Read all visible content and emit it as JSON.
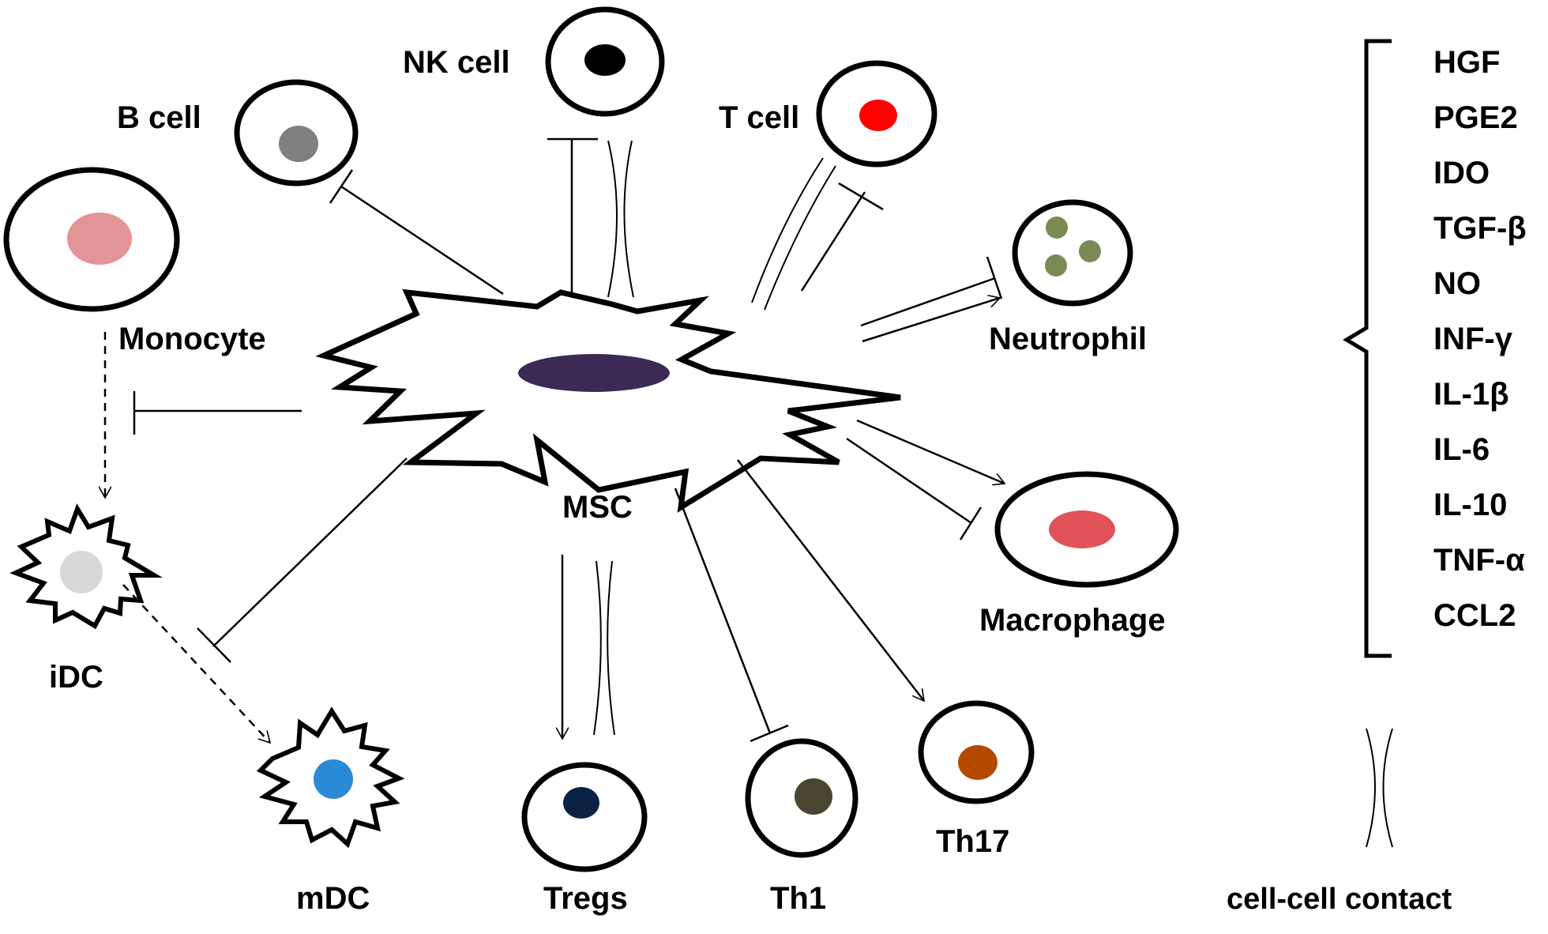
{
  "center": {
    "label": "MSC"
  },
  "cells": {
    "nk": {
      "label": "NK cell",
      "nucleus_color": "#000000"
    },
    "bcell": {
      "label": "B cell",
      "nucleus_color": "#808080"
    },
    "tcell": {
      "label": "T cell",
      "nucleus_color": "#ff0000"
    },
    "monocyte": {
      "label": "Monocyte",
      "nucleus_color": "#e39497"
    },
    "neutrophil": {
      "label": "Neutrophil",
      "nucleus_color": "#7a8a55"
    },
    "macrophage": {
      "label": "Macrophage",
      "nucleus_color": "#e05258"
    },
    "idc": {
      "label": "iDC",
      "nucleus_color": "#d8d8d8"
    },
    "mdc": {
      "label": "mDC",
      "nucleus_color": "#2b8ad6"
    },
    "tregs": {
      "label": "Tregs",
      "nucleus_color": "#0b2244"
    },
    "th1": {
      "label": "Th1",
      "nucleus_color": "#4a4530"
    },
    "th17": {
      "label": "Th17",
      "nucleus_color": "#b34a00"
    }
  },
  "msc_nucleus_color": "#3a2a55",
  "factors": [
    "HGF",
    "PGE2",
    "IDO",
    "TGF-β",
    "NO",
    "INF-γ",
    "IL-1β",
    "IL-6",
    "IL-10",
    "TNF-α",
    "CCL2"
  ],
  "legend": {
    "contact_label": "cell-cell contact"
  }
}
